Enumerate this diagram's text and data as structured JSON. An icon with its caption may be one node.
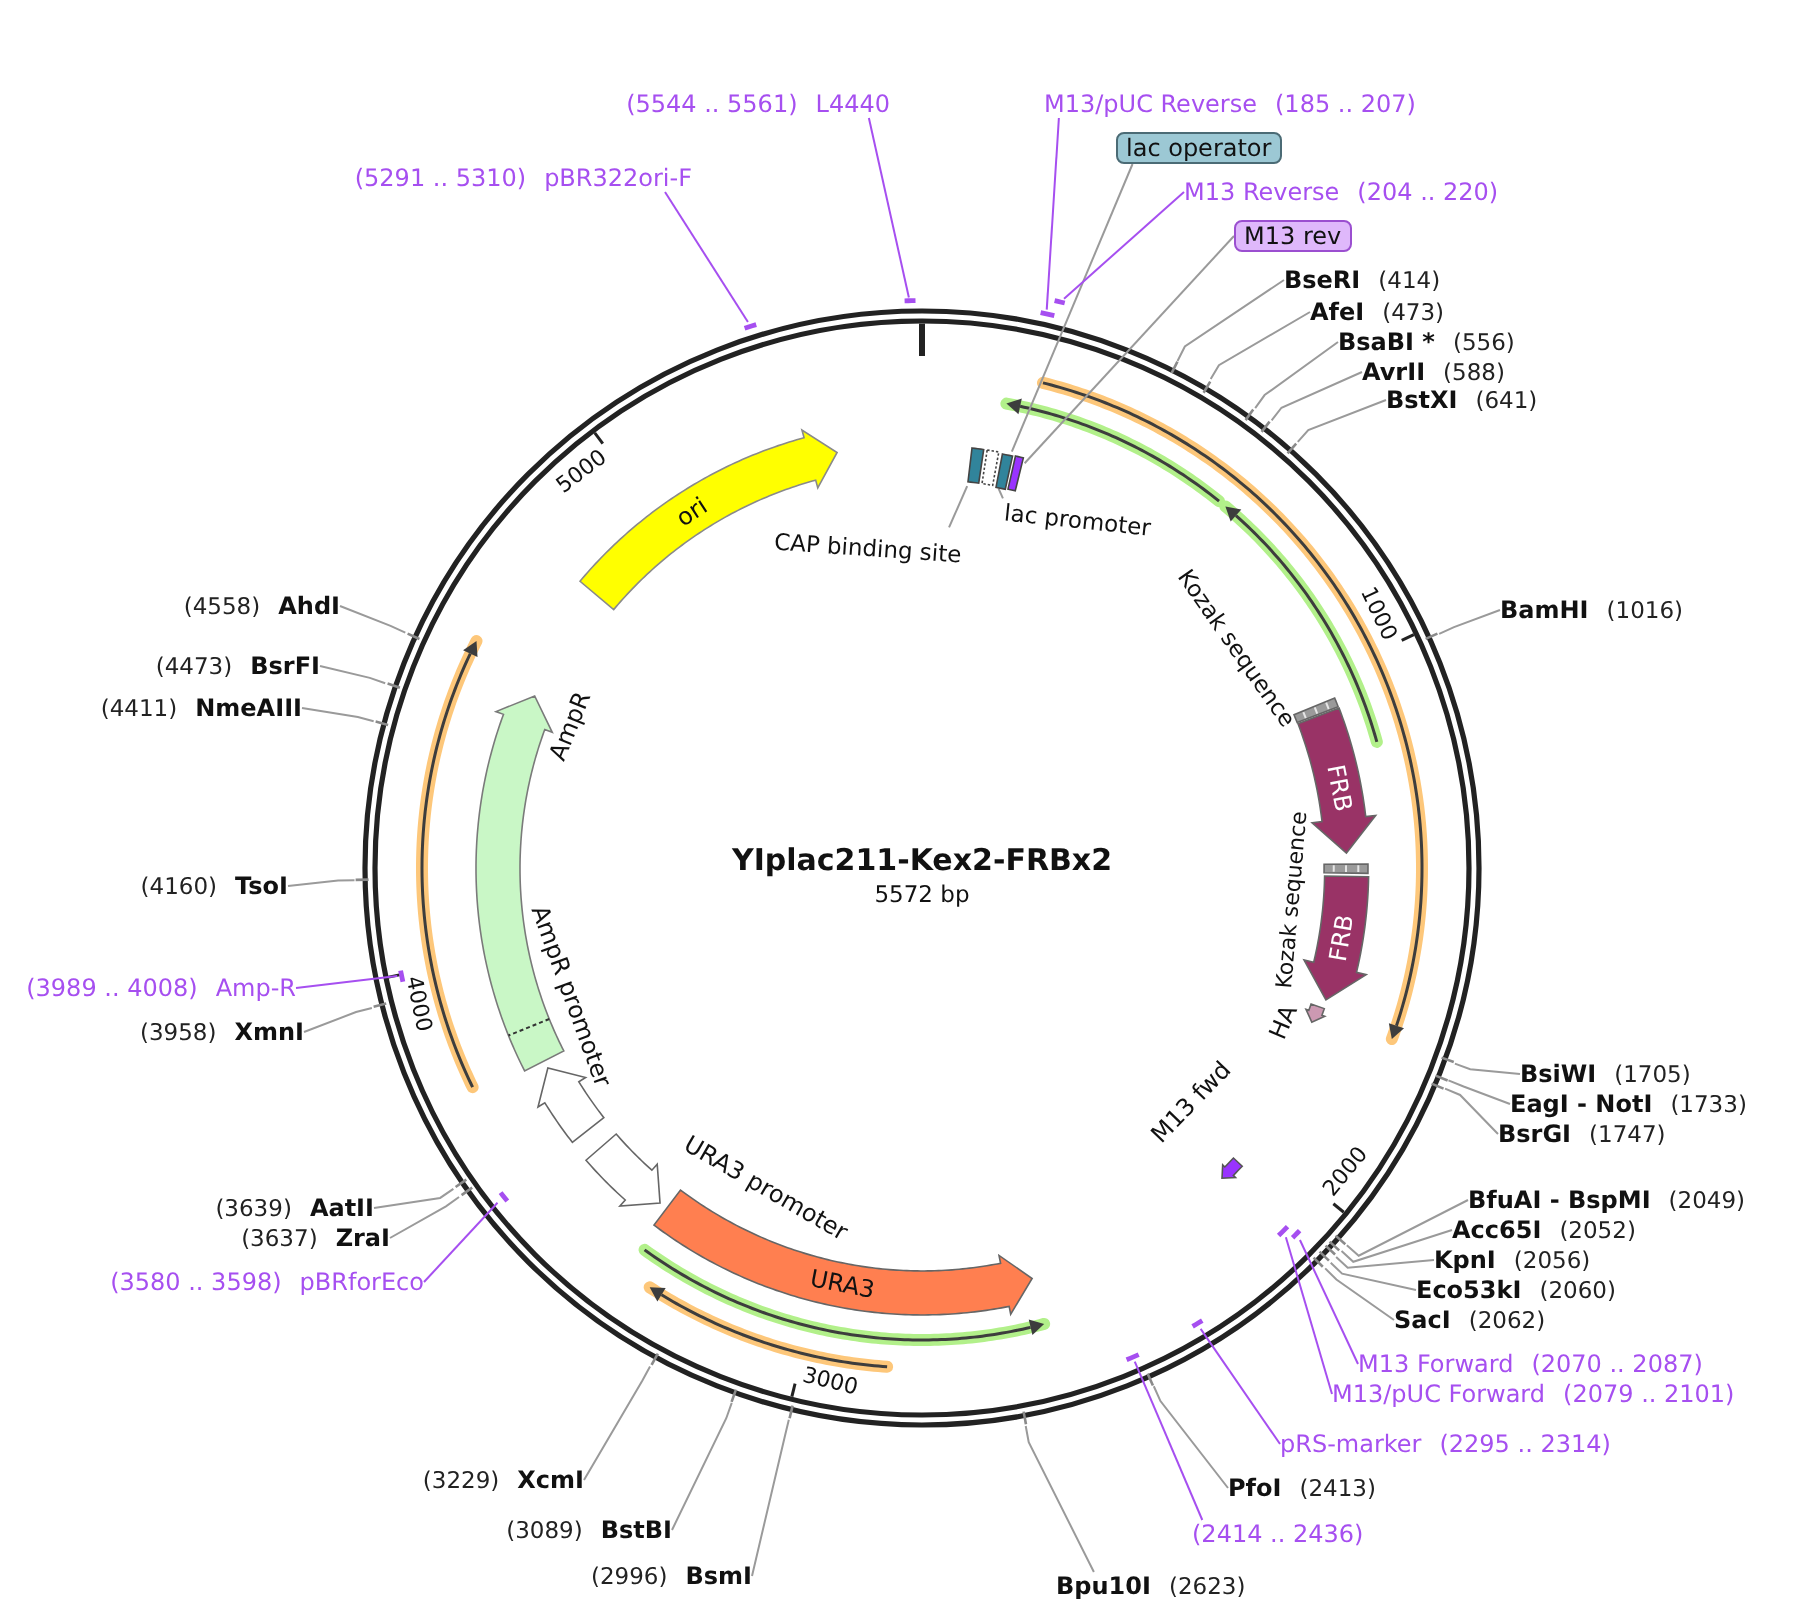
{
  "diagram": {
    "title": "YIplac211-Kex2-FRBx2",
    "nodes": [
      {
        "text": [
          "(5544 .. 5561)",
          "L4440"
        ]
      },
      {
        "text": [
          "M13/pUC Reverse",
          "(185 .. 207)"
        ]
      },
      {
        "text": [
          "lac operator"
        ]
      },
      {
        "text": [
          "(5291 .. 5310)",
          "pBR322ori-F"
        ]
      },
      {
        "text": [
          "M13 Reverse",
          "(204 .. 220)"
        ]
      },
      {
        "text": [
          "M13 rev"
        ]
      },
      {
        "text": [
          "BseRI",
          "(414)"
        ]
      },
      {
        "text": [],
        "shape": "bar"
      },
      {
        "text": [],
        "shape": "bar"
      },
      {
        "text": [],
        "shape": "bar"
      },
      {
        "text": [
          "AfeI",
          "(473)"
        ]
      },
      {
        "text": [],
        "shape": "bar"
      },
      {
        "text": [
          "BsaBI *",
          "(556)"
        ]
      },
      {
        "text": [
          "AvrII",
          "(588)"
        ]
      },
      {
        "text": [
          "BstXI",
          "(641)"
        ]
      },
      {
        "text": [],
        "shape": "box"
      },
      {
        "text": [],
        "shape": "box"
      },
      {
        "text": [],
        "shape": "box"
      },
      {
        "text": [],
        "shape": "box"
      },
      {
        "text": [
          "ori"
        ]
      },
      {
        "text": [
          "lac promoter"
        ]
      },
      {
        "text": [
          "CAP binding site"
        ]
      },
      {
        "text": [
          "BamHI",
          "(1016)"
        ]
      },
      {
        "text": [
          "(4558)",
          "AhdI"
        ]
      },
      {
        "text": [
          "Kozak sequence"
        ]
      },
      {
        "text": [
          "FRB"
        ]
      },
      {
        "text": [
          "AmpR"
        ]
      },
      {
        "text": [
          "(4473)",
          "BsrFI"
        ]
      },
      {
        "text": [
          "(4411)",
          "NmeAIII"
        ]
      },
      {
        "text": [
          "(4160)",
          "TsoI"
        ]
      },
      {
        "text": [
          "Kozak sequence"
        ]
      },
      {
        "text": [
          "FRB"
        ]
      },
      {
        "text": [
          "(3989 .. 4008)",
          "Amp-R"
        ]
      },
      {
        "text": [],
        "shape": "bar"
      },
      {
        "text": [
          "HA"
        ]
      },
      {
        "text": [
          "AmpR promoter"
        ]
      },
      {
        "text": [
          "(3958)",
          "XmnI"
        ]
      },
      {
        "text": [
          "BsiWI",
          "(1705)"
        ]
      },
      {
        "text": [
          "EagI - NotI",
          "(1733)"
        ]
      },
      {
        "text": [
          "BsrGI",
          "(1747)"
        ]
      },
      {
        "text": [
          "M13 fwd"
        ]
      },
      {
        "text": [
          "URA3 promoter"
        ]
      },
      {
        "text": [
          "BfuAI - BspMI",
          "(2049)"
        ]
      },
      {
        "text": [
          "(3639)",
          "AatII"
        ]
      },
      {
        "text": [
          "Acc65I",
          "(2052)"
        ]
      },
      {
        "text": [
          "URA3"
        ]
      },
      {
        "text": [],
        "shape": "bar"
      },
      {
        "text": [
          "(3637)",
          "ZraI"
        ]
      },
      {
        "text": [
          "KpnI",
          "(2056)"
        ]
      },
      {
        "text": [],
        "shape": "bar"
      },
      {
        "text": [],
        "shape": "bar"
      },
      {
        "text": [
          "(3580 .. 3598)",
          "pBRforEco"
        ]
      },
      {
        "text": [
          "Eco53kI",
          "(2060)"
        ]
      },
      {
        "text": [
          "SacI",
          "(2062)"
        ]
      },
      {
        "text": [],
        "shape": "bar"
      },
      {
        "text": [
          "M13 Forward",
          "(2070 .. 2087)"
        ]
      },
      {
        "text": [
          "M13/pUC Forward",
          "(2079 .. 2101)"
        ]
      },
      {
        "text": [],
        "shape": "bar"
      },
      {
        "text": [
          "pRS-marker",
          "(2295 .. 2314)"
        ]
      },
      {
        "text": [
          "(3229)",
          "XcmI"
        ]
      },
      {
        "text": [
          "PfoI",
          "(2413)"
        ]
      },
      {
        "text": [
          "(3089)",
          "BstBI"
        ]
      },
      {
        "text": [
          "(2414 .. 2436)"
        ]
      },
      {
        "text": [
          "(2996)",
          "BsmI"
        ]
      },
      {
        "text": [
          "Bpu10I",
          "(2623)"
        ]
      },
      {
        "text": [],
        "shape": "line"
      },
      {
        "text": [],
        "shape": "line"
      },
      {
        "text": [],
        "shape": "line"
      },
      {
        "text": [],
        "shape": "line"
      },
      {
        "text": [],
        "shape": "line"
      },
      {
        "text": [],
        "shape": "line"
      },
      {
        "text": [],
        "shape": "line"
      },
      {
        "text": [],
        "shape": "line"
      },
      {
        "text": [],
        "shape": "line"
      },
      {
        "text": [],
        "shape": "line"
      },
      {
        "text": [],
        "shape": "line"
      },
      {
        "text": [],
        "shape": "line"
      },
      {
        "text": [],
        "shape": "line"
      },
      {
        "text": [],
        "shape": "line"
      },
      {
        "text": [],
        "shape": "line"
      },
      {
        "text": [],
        "shape": "line"
      },
      {
        "text": [],
        "shape": "line"
      },
      {
        "text": [],
        "shape": "line"
      },
      {
        "text": [],
        "shape": "line"
      },
      {
        "text": [],
        "shape": "line"
      },
      {
        "text": [],
        "shape": "line"
      },
      {
        "text": [],
        "shape": "line"
      },
      {
        "text": [],
        "shape": "line"
      },
      {
        "text": [],
        "shape": "line"
      },
      {
        "text": [],
        "shape": "line"
      },
      {
        "text": [],
        "shape": "line"
      }
    ],
    "edges": [
      {
        "from": 0,
        "to": 7,
        "arrow": "none",
        "color": "#a64ff0"
      },
      {
        "from": 1,
        "to": 8,
        "arrow": "none",
        "color": "#a64ff0"
      },
      {
        "from": 2,
        "to": 17,
        "arrow": "none"
      },
      {
        "from": 3,
        "to": 11,
        "arrow": "none",
        "color": "#a64ff0"
      },
      {
        "from": 4,
        "to": 9,
        "arrow": "none",
        "color": "#a64ff0"
      },
      {
        "from": 5,
        "to": 18,
        "arrow": "none"
      },
      {
        "from": 6,
        "to": 65,
        "arrow": "none"
      },
      {
        "from": 10,
        "to": 66,
        "arrow": "none"
      },
      {
        "from": 12,
        "to": 67,
        "arrow": "none"
      },
      {
        "from": 13,
        "to": 68,
        "arrow": "none"
      },
      {
        "from": 14,
        "to": 69,
        "arrow": "none"
      },
      {
        "from": 20,
        "to": 16,
        "arrow": "none"
      },
      {
        "from": 21,
        "to": 15,
        "arrow": "none"
      },
      {
        "from": 22,
        "to": 70,
        "arrow": "none"
      },
      {
        "from": 23,
        "to": 71,
        "arrow": "none"
      },
      {
        "from": 27,
        "to": 72,
        "arrow": "none"
      },
      {
        "from": 28,
        "to": 73,
        "arrow": "none"
      },
      {
        "from": 29,
        "to": 74,
        "arrow": "none"
      },
      {
        "from": 32,
        "to": 33,
        "arrow": "none",
        "color": "#a64ff0"
      },
      {
        "from": 36,
        "to": 75,
        "arrow": "none"
      },
      {
        "from": 37,
        "to": 76,
        "arrow": "none"
      },
      {
        "from": 38,
        "to": 77,
        "arrow": "none"
      },
      {
        "from": 39,
        "to": 78,
        "arrow": "none"
      },
      {
        "from": 42,
        "to": 79,
        "arrow": "none"
      },
      {
        "from": 43,
        "to": 80,
        "arrow": "none"
      },
      {
        "from": 44,
        "to": 81,
        "arrow": "none"
      },
      {
        "from": 47,
        "to": 82,
        "arrow": "none"
      },
      {
        "from": 48,
        "to": 83,
        "arrow": "none"
      },
      {
        "from": 51,
        "to": 46,
        "arrow": "none",
        "color": "#a64ff0"
      },
      {
        "from": 52,
        "to": 84,
        "arrow": "none"
      },
      {
        "from": 53,
        "to": 85,
        "arrow": "none"
      },
      {
        "from": 55,
        "to": 49,
        "arrow": "none",
        "color": "#a64ff0"
      },
      {
        "from": 56,
        "to": 50,
        "arrow": "none",
        "color": "#a64ff0"
      },
      {
        "from": 58,
        "to": 54,
        "arrow": "none",
        "color": "#a64ff0"
      },
      {
        "from": 59,
        "to": 86,
        "arrow": "none"
      },
      {
        "from": 60,
        "to": 87,
        "arrow": "none"
      },
      {
        "from": 61,
        "to": 88,
        "arrow": "none"
      },
      {
        "from": 62,
        "to": 57,
        "arrow": "none",
        "color": "#a64ff0"
      },
      {
        "from": 63,
        "to": 89,
        "arrow": "none"
      },
      {
        "from": 64,
        "to": 90,
        "arrow": "none"
      }
    ],
    "labels": [
      "5000",
      "1000",
      "5572 bp",
      "4000",
      "2000",
      "3000"
    ]
  }
}
